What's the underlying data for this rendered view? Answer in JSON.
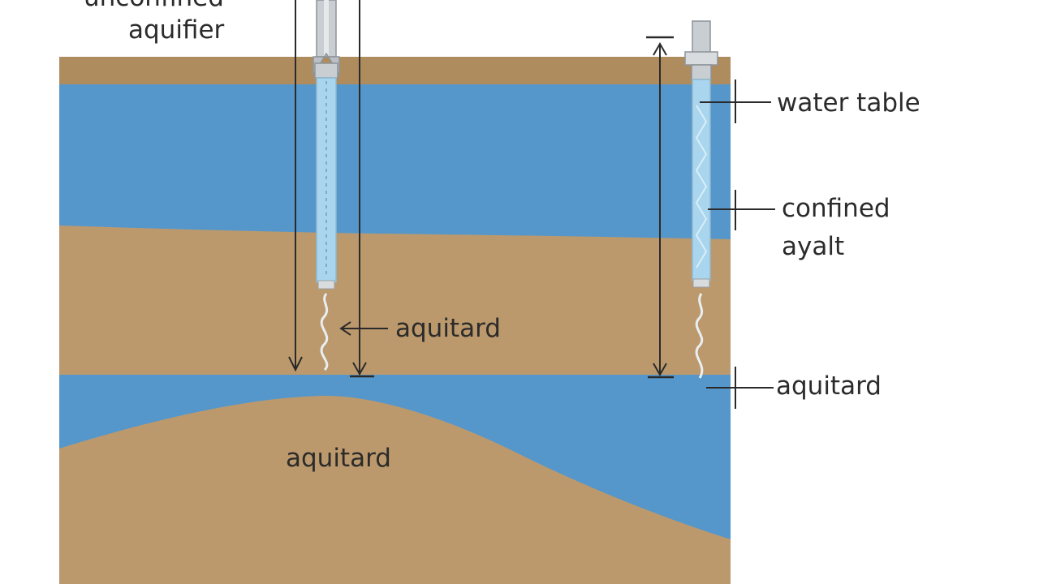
{
  "labels": {
    "unconfined_aquifier_line1": "unconfined",
    "unconfined_aquifier_line2": "aquifier",
    "water_table": "water table",
    "confined_line1": "confined",
    "confined_line2": "ayalt",
    "aquitard_well": "aquitard",
    "aquitard_right": "aquitard",
    "aquitard_bottom": "aquitard"
  },
  "colors": {
    "soil": "#BC996C",
    "soil_top": "#A8865A",
    "water": "#5597CB",
    "well_casing": "#C9CED2",
    "well_water": "#A9D6EE",
    "line": "#2A2A2A"
  }
}
